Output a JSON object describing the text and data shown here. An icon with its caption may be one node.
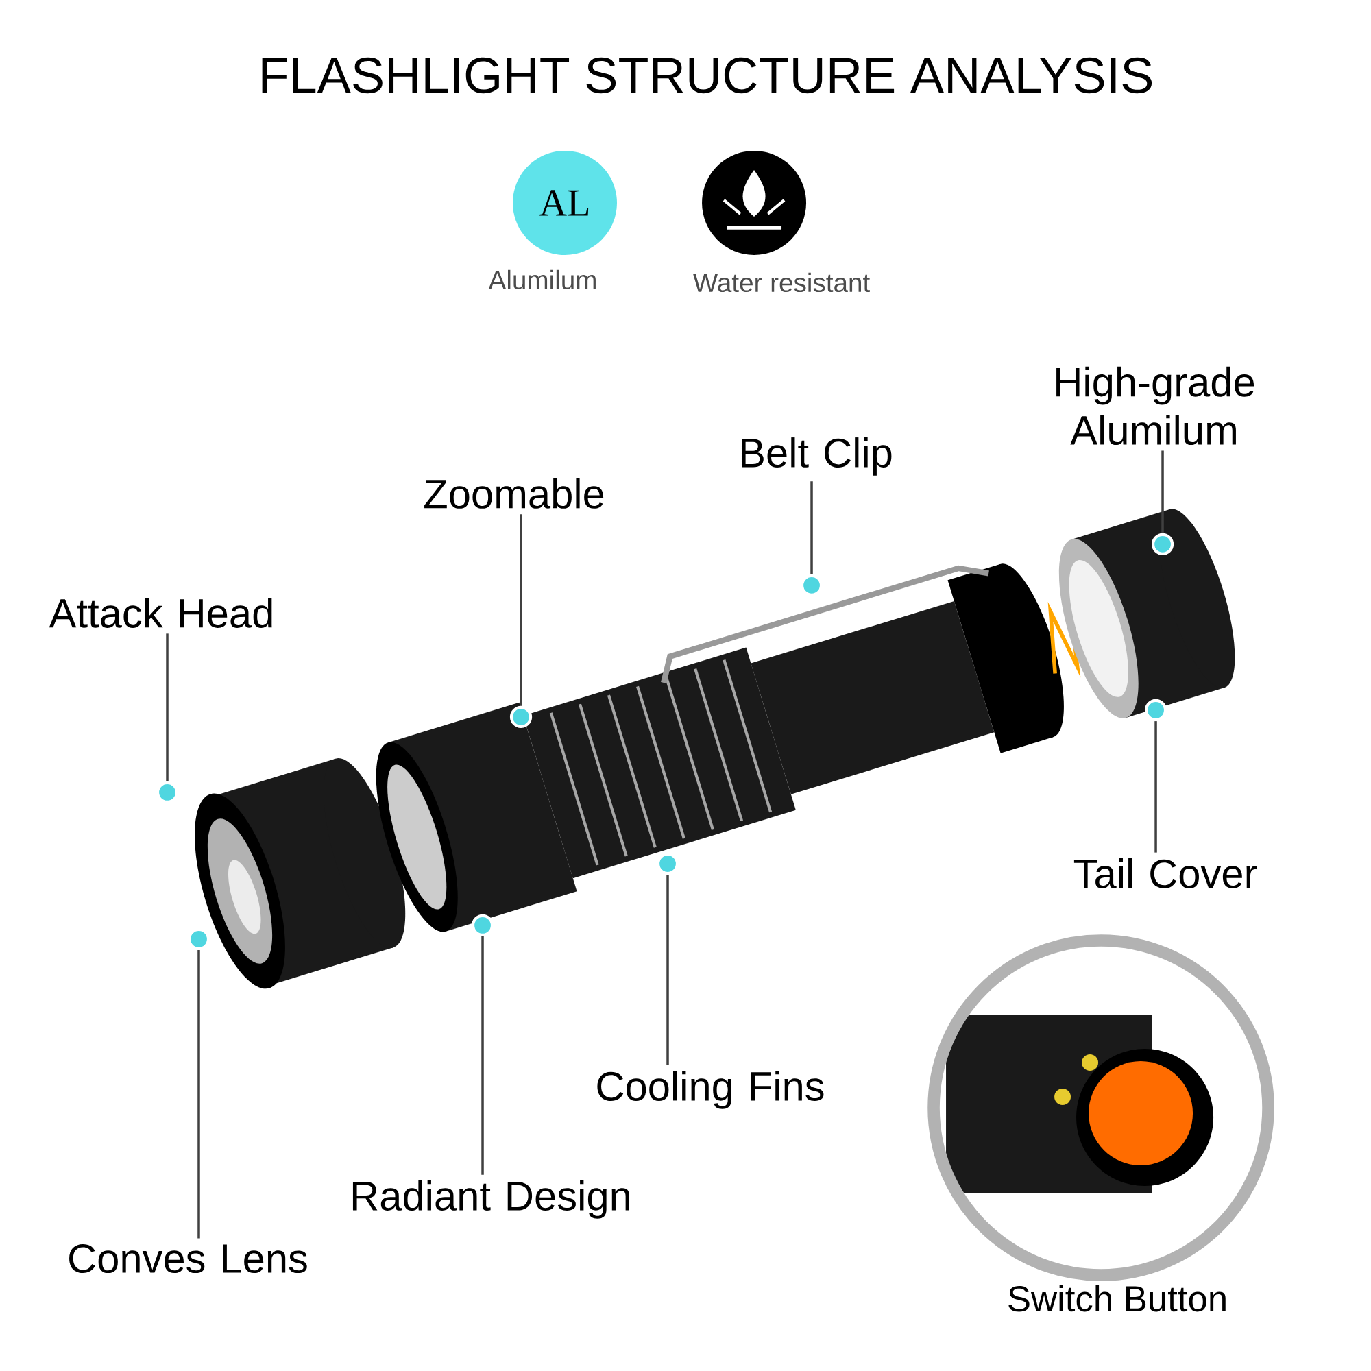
{
  "diagram": {
    "title": "FLASHLIGHT STRUCTURE ANALYSIS",
    "nodes": [
      {
        "text": [
          "Attack Head"
        ]
      },
      {
        "text": [
          "Zoomable"
        ]
      },
      {
        "text": [
          "Belt Clip"
        ]
      },
      {
        "text": [
          "High-grade Alumilum"
        ]
      },
      {
        "text": [
          "Tail Cover"
        ]
      },
      {
        "text": [
          "Cooling Fins"
        ]
      },
      {
        "text": [
          "Radiant Design"
        ]
      },
      {
        "text": [
          "Conves Lens"
        ]
      },
      {
        "text": [],
        "shape": "circle"
      },
      {
        "text": [],
        "shape": "circle"
      },
      {
        "text": [],
        "shape": "circle"
      },
      {
        "text": [],
        "shape": "circle"
      },
      {
        "text": [],
        "shape": "circle"
      },
      {
        "text": [],
        "shape": "circle"
      },
      {
        "text": [],
        "shape": "circle"
      },
      {
        "text": [],
        "shape": "circle"
      }
    ],
    "edges": [
      {
        "from": 0,
        "to": 8,
        "arrow": "none"
      },
      {
        "from": 1,
        "to": 9,
        "arrow": "none"
      },
      {
        "from": 2,
        "to": 10,
        "arrow": "none"
      },
      {
        "from": 3,
        "to": 11,
        "arrow": "none"
      },
      {
        "from": 4,
        "to": 12,
        "arrow": "none"
      },
      {
        "from": 5,
        "to": 13,
        "arrow": "none"
      },
      {
        "from": 6,
        "to": 14,
        "arrow": "none"
      },
      {
        "from": 7,
        "to": 15,
        "arrow": "none"
      }
    ],
    "labels": [
      "AL",
      "Alumilum",
      "Water resistant",
      "Switch Button"
    ]
  }
}
